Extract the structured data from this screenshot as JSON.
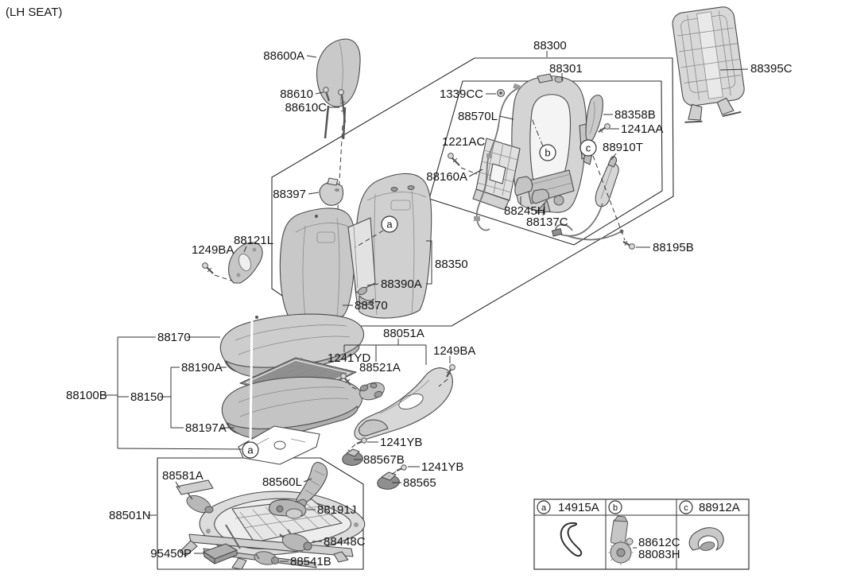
{
  "title": "(LH SEAT)",
  "colors": {
    "line": "#333333",
    "part_light": "#d4d4d4",
    "part_mid": "#c0c0c0",
    "part_dark": "#8f8f8f",
    "text": "#141414"
  },
  "callouts": {
    "p88600A": "88600A",
    "p88610": "88610",
    "p88610C": "88610C",
    "p88300": "88300",
    "p88301": "88301",
    "p88395C": "88395C",
    "p1339CC": "1339CC",
    "p88570L": "88570L",
    "p1221AC": "1221AC",
    "p88160A": "88160A",
    "p88358B": "88358B",
    "p1241AA": "1241AA",
    "p88910T": "88910T",
    "p88245H": "88245H",
    "p88137C": "88137C",
    "p88195B": "88195B",
    "p88397": "88397",
    "p88121L": "88121L",
    "p1249BA_l": "1249BA",
    "p88350": "88350",
    "p88390A": "88390A",
    "p88370": "88370",
    "p88170": "88170",
    "p88190A": "88190A",
    "p88100B": "88100B",
    "p88150": "88150",
    "p88197A": "88197A",
    "p88051A": "88051A",
    "p1241YD": "1241YD",
    "p88521A": "88521A",
    "p1249BA_r": "1249BA",
    "p1241YB_a": "1241YB",
    "p88567B": "88567B",
    "p1241YB_b": "1241YB",
    "p88565": "88565",
    "p88581A": "88581A",
    "p88560L": "88560L",
    "p88501N": "88501N",
    "p88191J": "88191J",
    "p95450P": "95450P",
    "p88448C": "88448C",
    "p88541B": "88541B"
  },
  "markers": {
    "a": "a",
    "b": "b",
    "c": "c"
  },
  "legend": {
    "a_key": "a",
    "a_part": "14915A",
    "b_key": "b",
    "b_part_1": "88612C",
    "b_part_2": "88083H",
    "c_key": "c",
    "c_part": "88912A"
  }
}
